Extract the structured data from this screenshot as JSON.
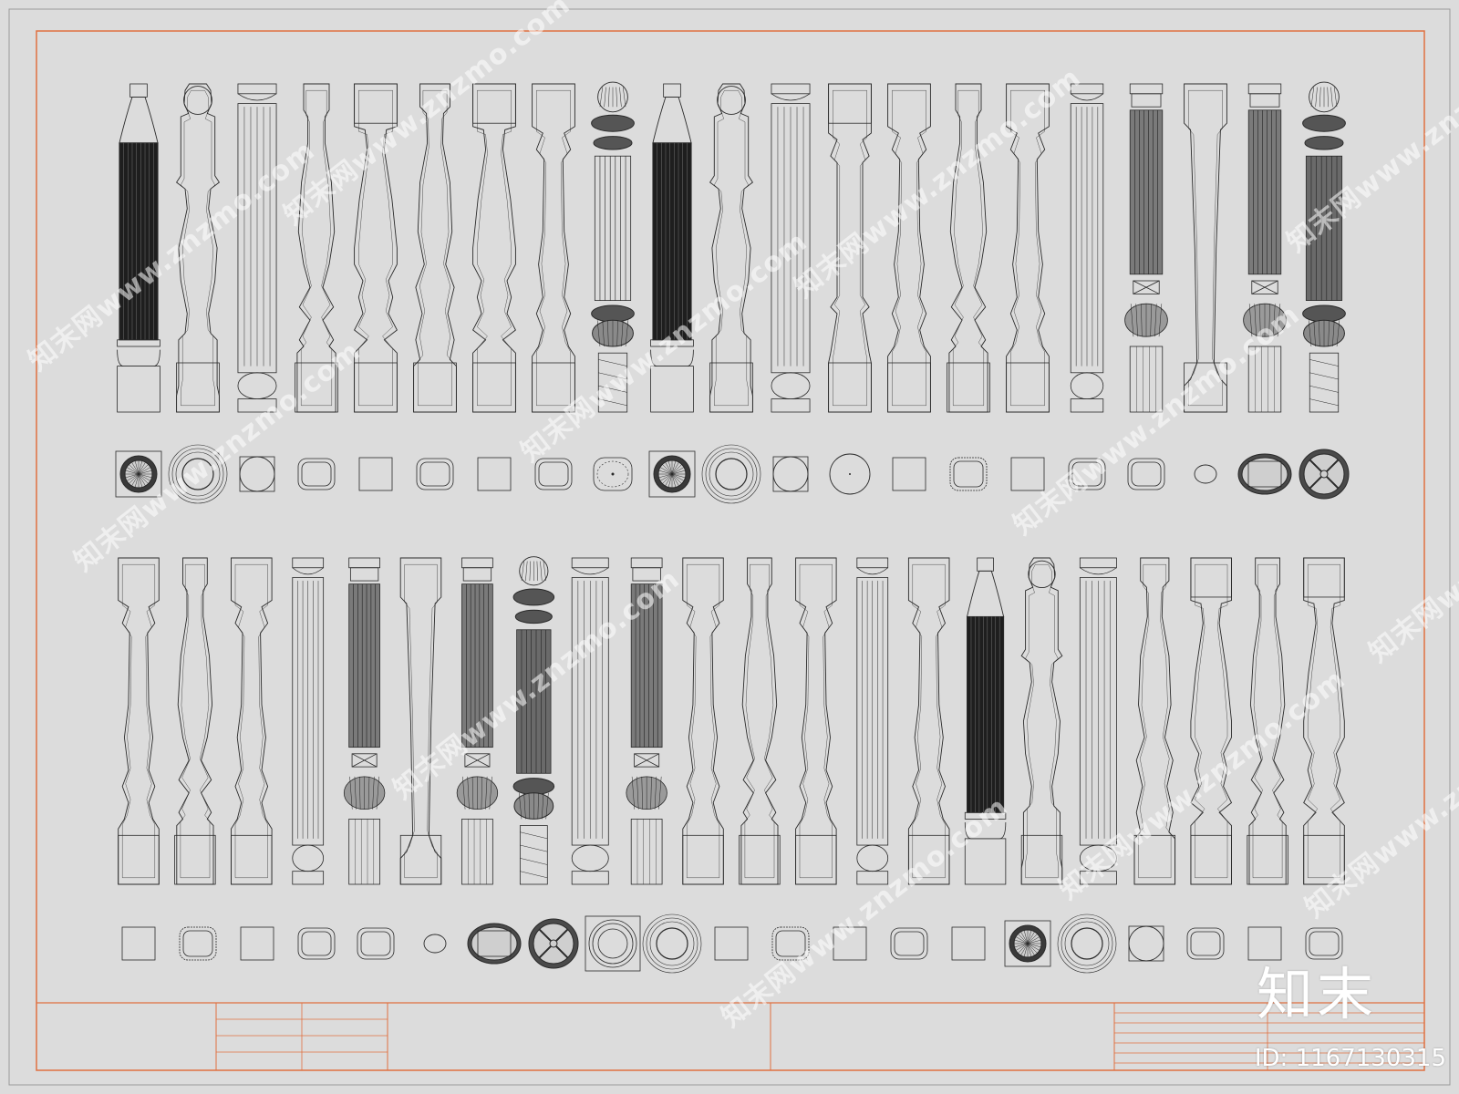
{
  "drawing": {
    "frame_color": "#e07040",
    "line_color": "#2a2a2a",
    "background": "#dcdcdc",
    "rows": [
      {
        "balusters": [
          "fluted-dark",
          "vase-ball",
          "fluted-column",
          "vase-double",
          "turned-square",
          "vase-wavy",
          "turned-square",
          "turned-slim",
          "ornate-urn",
          "fluted-dark",
          "vase-ball",
          "fluted-column",
          "plain-square",
          "turned-slim",
          "vase-double",
          "turned-slim",
          "fluted-thin",
          "fluted-carved",
          "plain-taper",
          "fluted-carved",
          "ornate-ball"
        ],
        "plans": [
          "rosette-square",
          "concentric-round",
          "round-in-square",
          "rounded-square",
          "plain-square",
          "rounded-square",
          "plain-square",
          "rounded-square",
          "dotted-round",
          "rosette-square",
          "concentric-round",
          "round-in-square",
          "circle",
          "plain-square",
          "ornate-square",
          "plain-square",
          "rounded-square",
          "rounded-square",
          "ellipse",
          "ornate-frame",
          "wheel"
        ]
      },
      {
        "balusters": [
          "turned-slim",
          "vase-double",
          "turned-slim",
          "fluted-thin",
          "fluted-carved",
          "plain-taper",
          "fluted-carved",
          "ornate-ball",
          "fluted-column",
          "fluted-carved",
          "turned-slim",
          "vase-double",
          "turned-slim",
          "fluted-thin",
          "turned-slim",
          "fluted-dark",
          "vase-ball",
          "fluted-column",
          "vase-wavy",
          "turned-square",
          "vase-double",
          "turned-square"
        ],
        "plans": [
          "plain-square",
          "ornate-square",
          "plain-square",
          "rounded-square",
          "rounded-square",
          "ellipse",
          "ornate-frame",
          "wheel",
          "concentric-square",
          "concentric-round",
          "plain-square",
          "ornate-square",
          "plain-square",
          "rounded-square",
          "plain-square",
          "rosette-square",
          "concentric-round",
          "round-in-square",
          "rounded-square",
          "plain-square",
          "rounded-square"
        ]
      }
    ]
  },
  "watermark": {
    "text": "知末网www.znzmo.com"
  },
  "brand": {
    "logo_text": "知末",
    "id_text": "ID: 1167130315"
  }
}
